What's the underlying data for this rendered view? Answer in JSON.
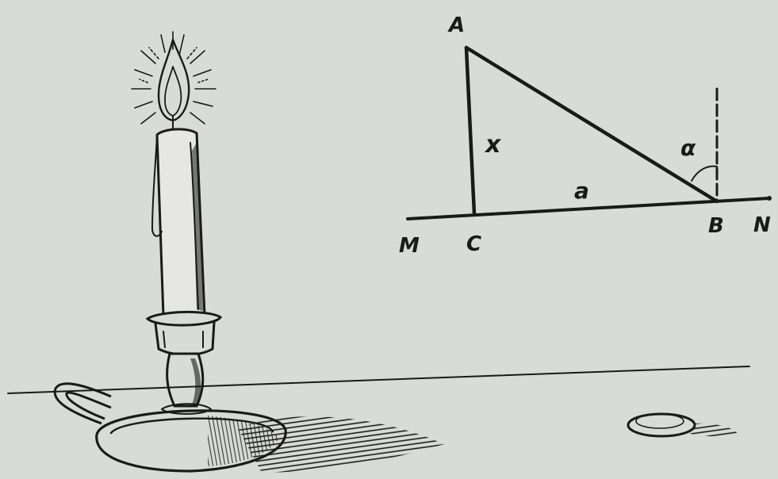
{
  "diagram": {
    "vertex_labels": {
      "A": "A",
      "B": "B",
      "C": "C",
      "M": "M",
      "N": "N"
    },
    "side_labels": {
      "vertical": "x",
      "horizontal": "a"
    },
    "angle_label": "α"
  },
  "colors": {
    "paper": "#d9dbd6",
    "ink": "#1a1a1a"
  }
}
